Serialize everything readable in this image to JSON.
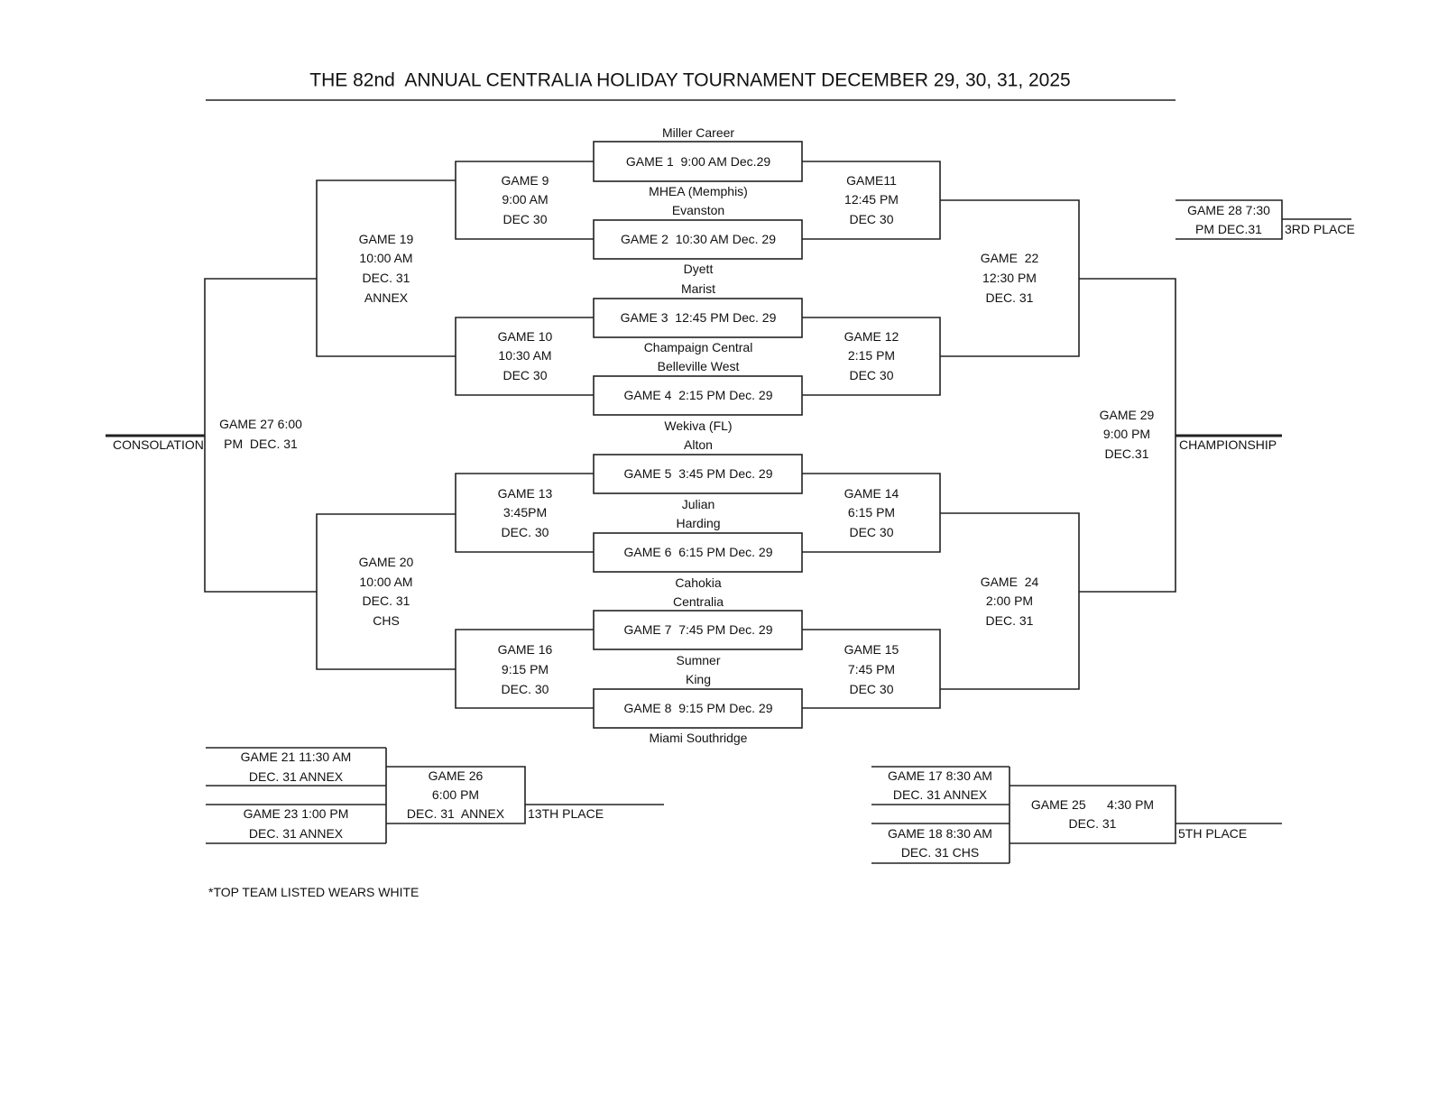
{
  "title": "THE 82nd  ANNUAL CENTRALIA HOLIDAY TOURNAMENT DECEMBER 29, 30, 31, 2025",
  "first_round": [
    "GAME 1  9:00 AM Dec.29",
    "GAME 2  10:30 AM Dec. 29",
    "GAME 3  12:45 PM Dec. 29",
    "GAME 4  2:15 PM Dec. 29",
    "GAME 5  3:45 PM Dec. 29",
    "GAME 6  6:15 PM Dec. 29",
    "GAME 7  7:45 PM Dec. 29",
    "GAME 8  9:15 PM Dec. 29"
  ],
  "teams": [
    "Miller Career",
    "MHEA (Memphis)",
    "Evanston",
    "Dyett",
    "Marist",
    "Champaign Central",
    "Belleville West",
    "Wekiva (FL)",
    "Alton",
    "Julian",
    "Harding",
    "Cahokia",
    "Centralia",
    "Sumner",
    "King",
    "Miami Southridge"
  ],
  "games": {
    "g9": [
      "GAME 9",
      "9:00 AM",
      "DEC 30"
    ],
    "g10": [
      "GAME 10",
      "10:30 AM",
      "DEC 30"
    ],
    "g13": [
      "GAME 13",
      "3:45PM",
      "DEC. 30"
    ],
    "g16": [
      "GAME 16",
      "9:15 PM",
      "DEC. 30"
    ],
    "g11": [
      "GAME11",
      "12:45 PM",
      "DEC 30"
    ],
    "g12": [
      "GAME 12",
      "2:15 PM",
      "DEC 30"
    ],
    "g14": [
      "GAME 14",
      "6:15 PM",
      "DEC 30"
    ],
    "g15": [
      "GAME 15",
      "7:45 PM",
      "DEC 30"
    ],
    "g19": [
      "GAME 19",
      "10:00 AM",
      "DEC. 31",
      "ANNEX"
    ],
    "g20": [
      "GAME 20",
      "10:00 AM",
      "DEC. 31",
      "CHS"
    ],
    "g22": [
      "GAME  22",
      "12:30 PM",
      "DEC. 31"
    ],
    "g24": [
      "GAME  24",
      "2:00 PM",
      "DEC. 31"
    ],
    "g27": [
      "GAME 27 6:00",
      "PM  DEC. 31"
    ],
    "g29": [
      "GAME 29",
      "9:00 PM",
      "DEC.31"
    ],
    "g28": [
      "GAME 28 7:30",
      "PM DEC.31"
    ],
    "g21": [
      "GAME 21 11:30 AM",
      "DEC. 31 ANNEX"
    ],
    "g23": [
      "GAME 23 1:00 PM",
      "DEC. 31 ANNEX"
    ],
    "g26": [
      "GAME 26",
      "6:00 PM",
      "DEC. 31  ANNEX"
    ],
    "g17": [
      "GAME 17 8:30 AM",
      "DEC. 31 ANNEX"
    ],
    "g18": [
      "GAME 18 8:30 AM",
      "DEC. 31 CHS"
    ],
    "g25": [
      "GAME 25      4:30 PM",
      "DEC. 31"
    ]
  },
  "labels": {
    "consolation": "CONSOLATION",
    "championship": "CHAMPIONSHIP",
    "third": "3RD PLACE",
    "thirteenth": "13TH PLACE",
    "fifth": "5TH PLACE",
    "footnote": "*TOP TEAM LISTED WEARS WHITE"
  }
}
